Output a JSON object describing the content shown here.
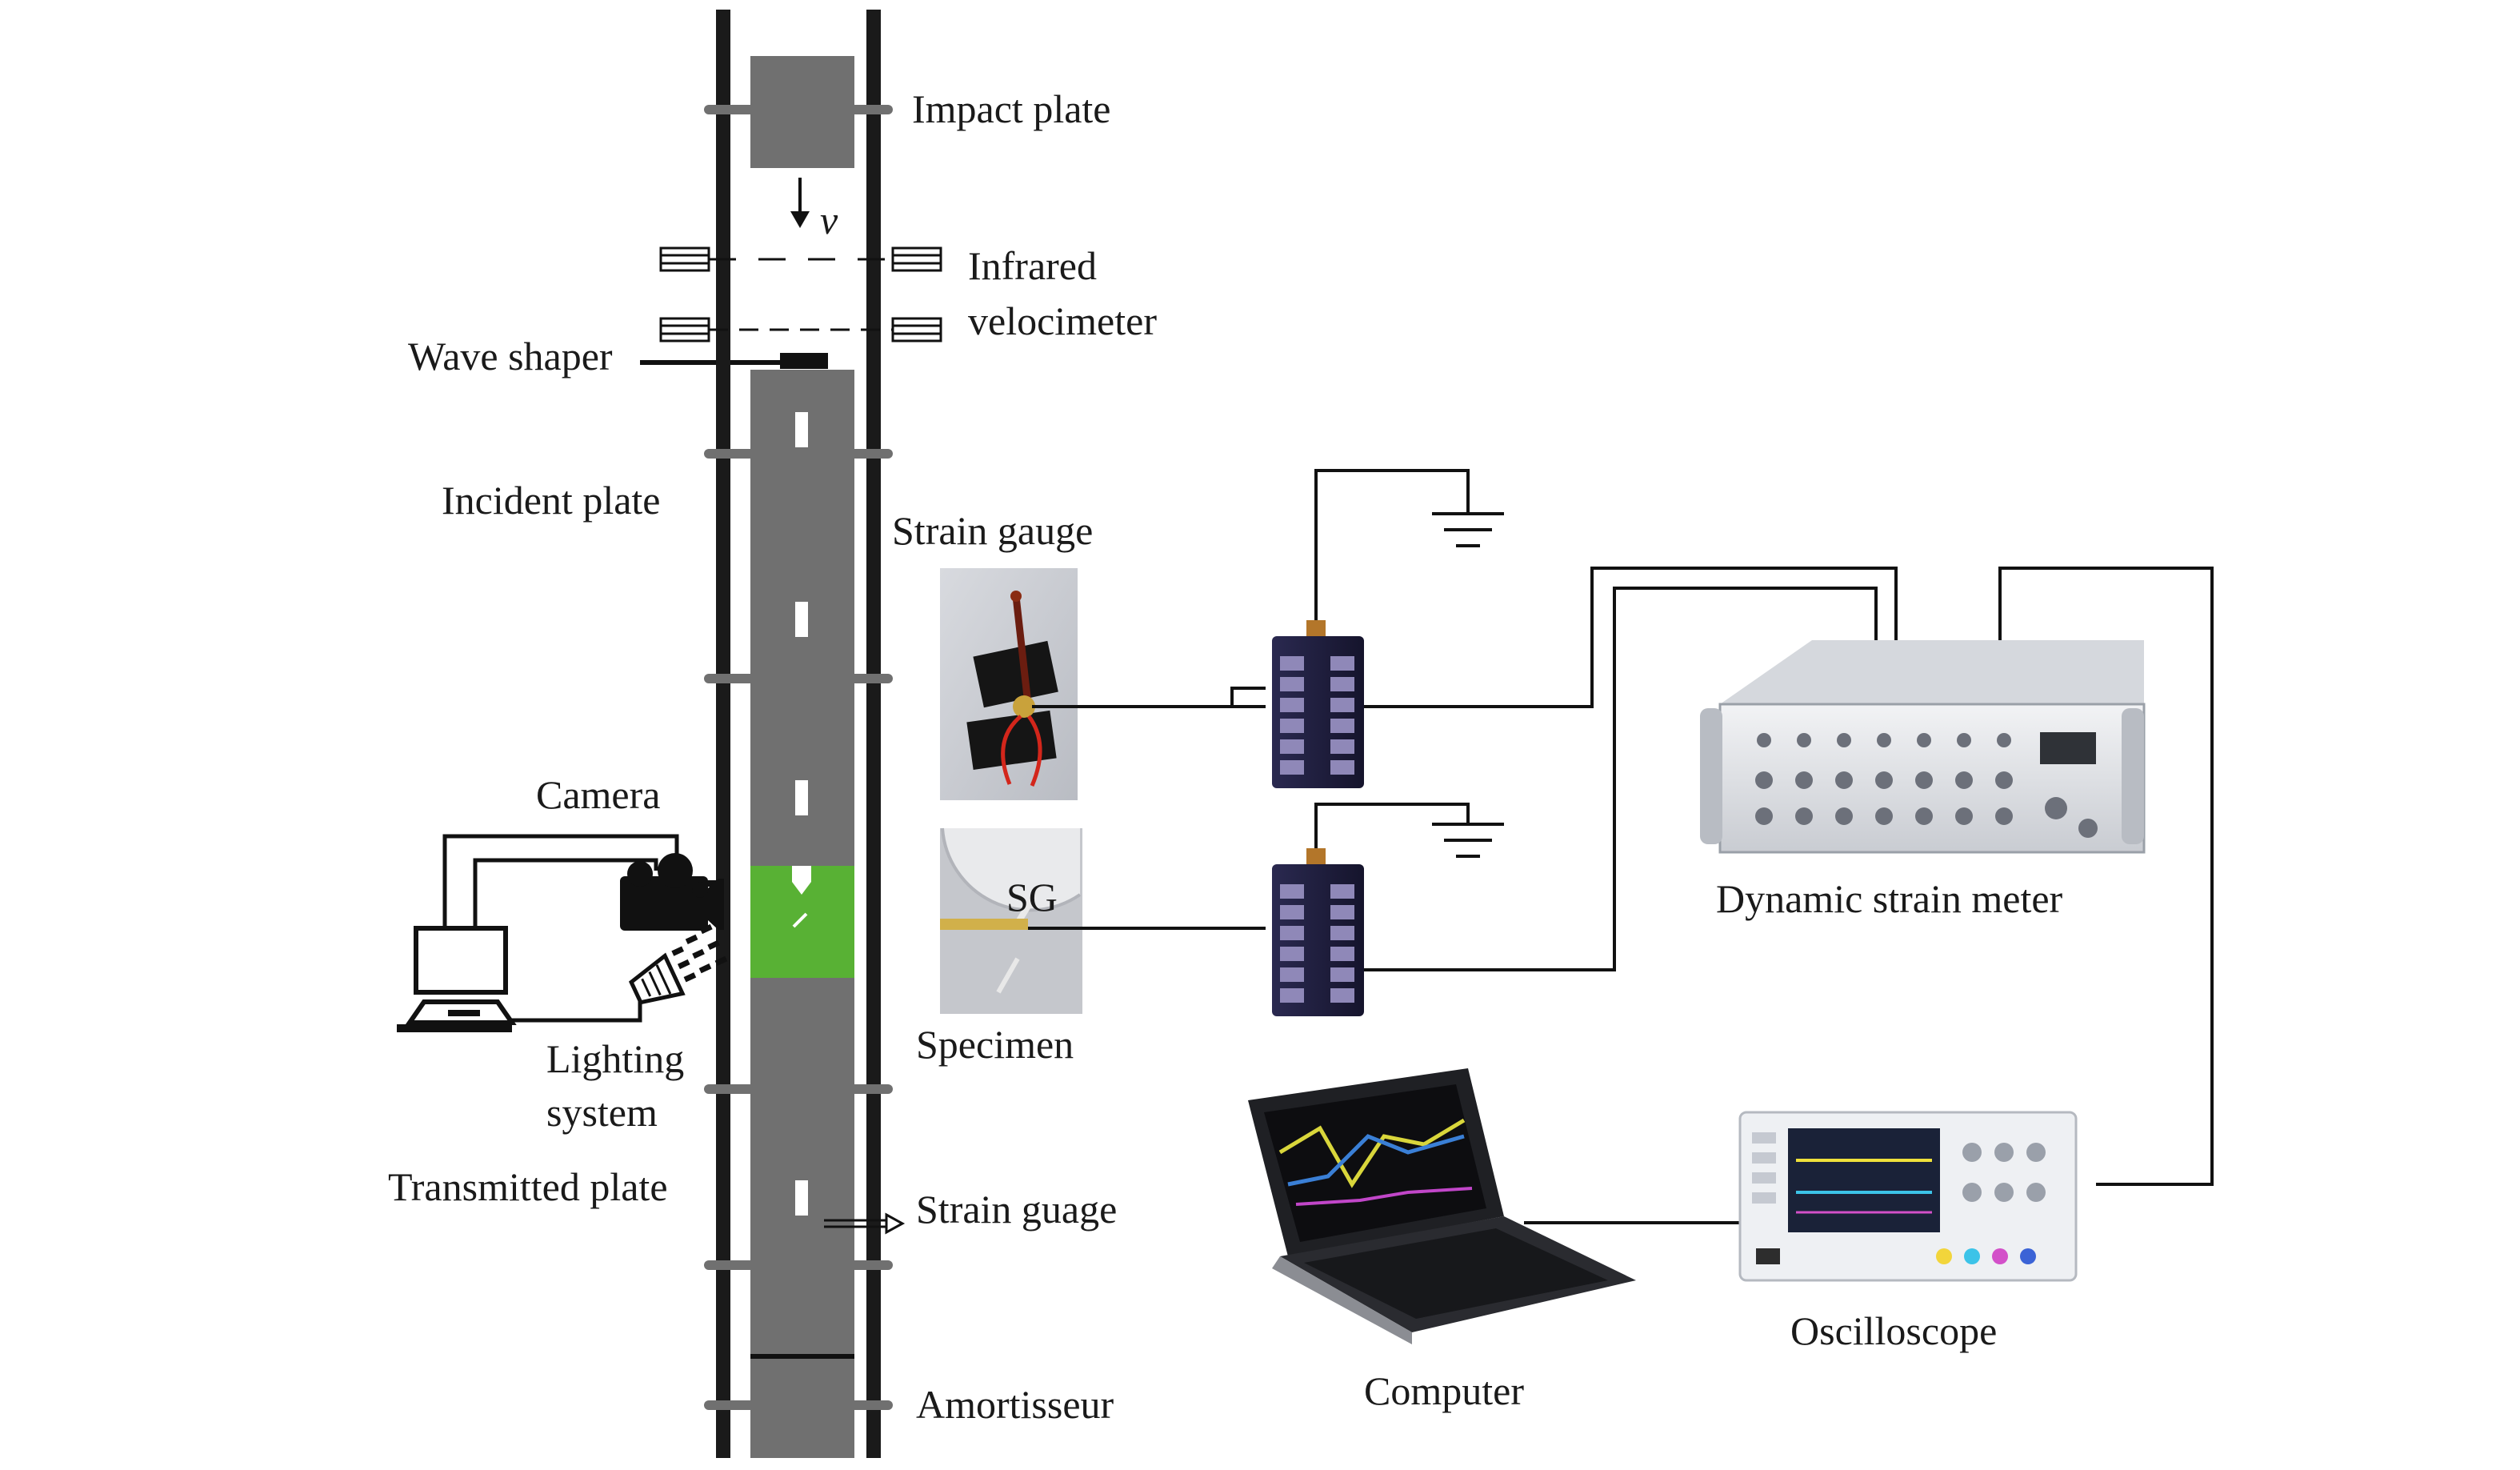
{
  "labels": {
    "impact_plate": "Impact plate",
    "velocity_symbol": "v",
    "infrared_line1": "Infrared",
    "infrared_line2": "velocimeter",
    "wave_shaper": "Wave shaper",
    "incident_plate": "Incident plate",
    "strain_gauge_top": "Strain gauge",
    "camera": "Camera",
    "sg": "SG",
    "specimen": "Specimen",
    "lighting_line1": "Lighting",
    "lighting_line2": "system",
    "transmitted_plate": "Transmitted plate",
    "strain_guage_bottom": "Strain guage",
    "amortisseur": "Amortisseur",
    "dynamic_strain_meter": "Dynamic strain meter",
    "computer": "Computer",
    "oscilloscope": "Oscilloscope"
  },
  "colors": {
    "plate": "#707070",
    "rail": "#1a1a1a",
    "specimen_zone": "#58b134",
    "wire": "#111111",
    "terminal_box": "#1c1b3a",
    "device_body": "#e4e6ea"
  },
  "icons": {
    "camera": "camera-icon",
    "laptop": "laptop-icon",
    "lighting": "spotlight-icon",
    "ground": "ground-symbol-icon"
  }
}
